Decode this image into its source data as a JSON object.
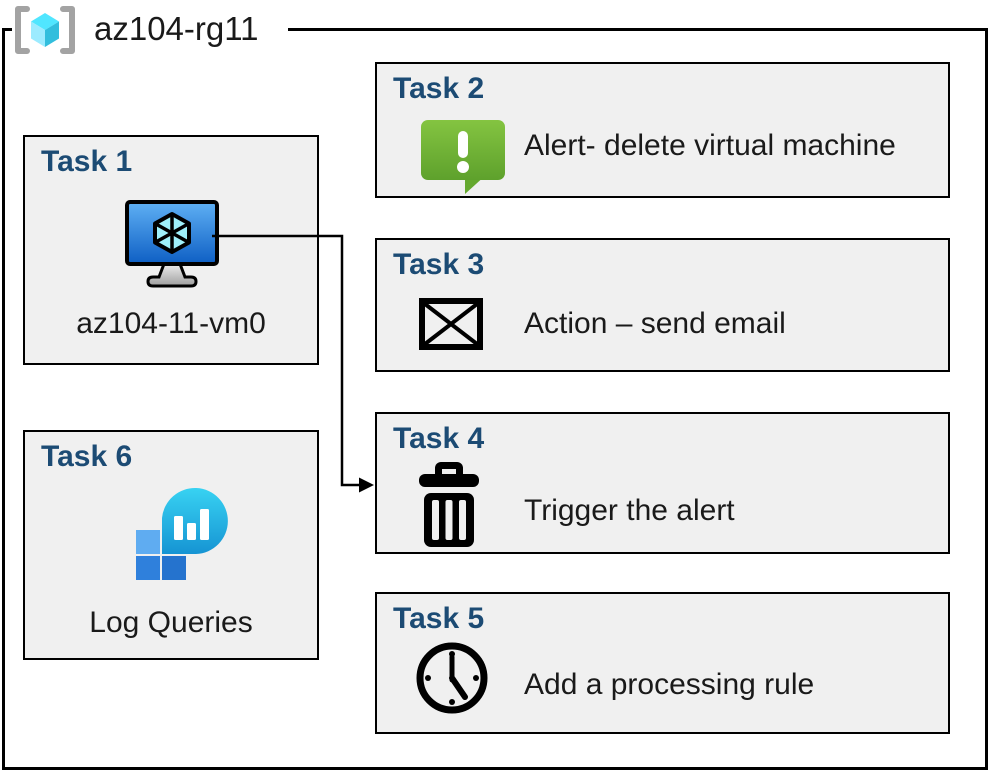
{
  "resource_group": {
    "label": "az104-rg11",
    "icon": "resource-group-icon"
  },
  "tasks": [
    {
      "title": "Task 1",
      "caption": "az104-11-vm0",
      "icon": "virtual-machine-icon"
    },
    {
      "title": "Task 2",
      "caption": "Alert- delete virtual machine",
      "icon": "alert-icon"
    },
    {
      "title": "Task 3",
      "caption": "Action – send email",
      "icon": "email-icon"
    },
    {
      "title": "Task 4",
      "caption": "Trigger the alert",
      "icon": "trash-icon"
    },
    {
      "title": "Task 5",
      "caption": "Add a processing rule",
      "icon": "clock-icon"
    },
    {
      "title": "Task 6",
      "caption": "Log Queries",
      "icon": "log-analytics-icon"
    }
  ],
  "connector": {
    "from": "Task 1",
    "to": "Task 4"
  },
  "colors": {
    "task_title": "#1C4B74",
    "box_fill": "#F0F0F0",
    "outline": "#000000",
    "alert_green_top": "#84C441",
    "alert_green_bottom": "#5EA12C",
    "vm_screen_top": "#5FB0F4",
    "vm_screen_bottom": "#0E5FC4",
    "log_bubble_top": "#38D2F2",
    "log_bubble_bottom": "#1694D3",
    "azure_square_light": "#5FACF1",
    "azure_square_dark": "#2F80DC",
    "rg_bracket_gray": "#A3A3A3",
    "rg_cube_top": "#50E6FF",
    "rg_cube_left": "#9CEBFF",
    "rg_cube_right": "#32BEDD"
  }
}
